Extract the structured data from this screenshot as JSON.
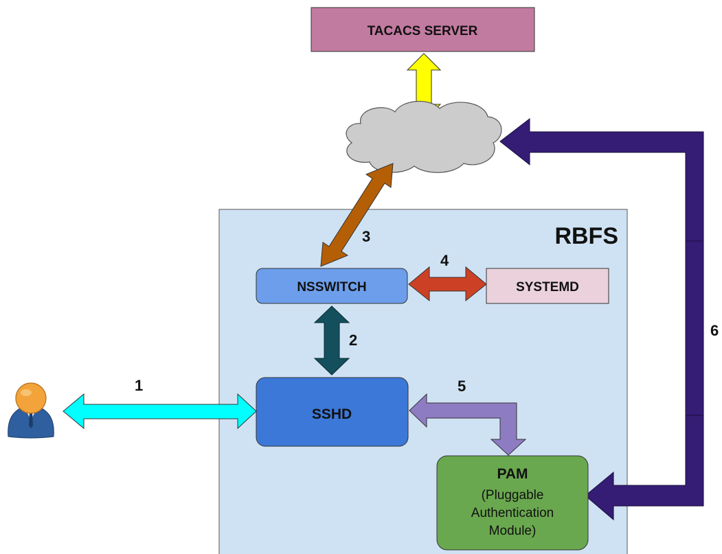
{
  "nodes": {
    "tacacs_server": "TACACS SERVER",
    "rbfs": "RBFS",
    "nsswitch": "NSSWITCH",
    "systemd": "SYSTEMD",
    "sshd": "SSHD",
    "pam_title": "PAM",
    "pam_sub": [
      "(Pluggable",
      "Authentication",
      "Module)"
    ]
  },
  "connections": [
    "1",
    "2",
    "3",
    "4",
    "5",
    "6"
  ],
  "colors": {
    "tacacs": "#c27ba0",
    "rbfs_bg": "#cfe2f3",
    "nsswitch": "#6d9eeb",
    "systemd": "#ead1dc",
    "sshd": "#3c78d8",
    "pam": "#6aa84f",
    "cloud": "#cccccc",
    "arrow_1": "#00ffff",
    "arrow_2": "#134f5c",
    "arrow_3": "#b45f06",
    "arrow_4": "#cc4125",
    "arrow_5": "#8e7cc3",
    "arrow_6": "#351c75",
    "arrow_tacacs": "#ffff00"
  }
}
